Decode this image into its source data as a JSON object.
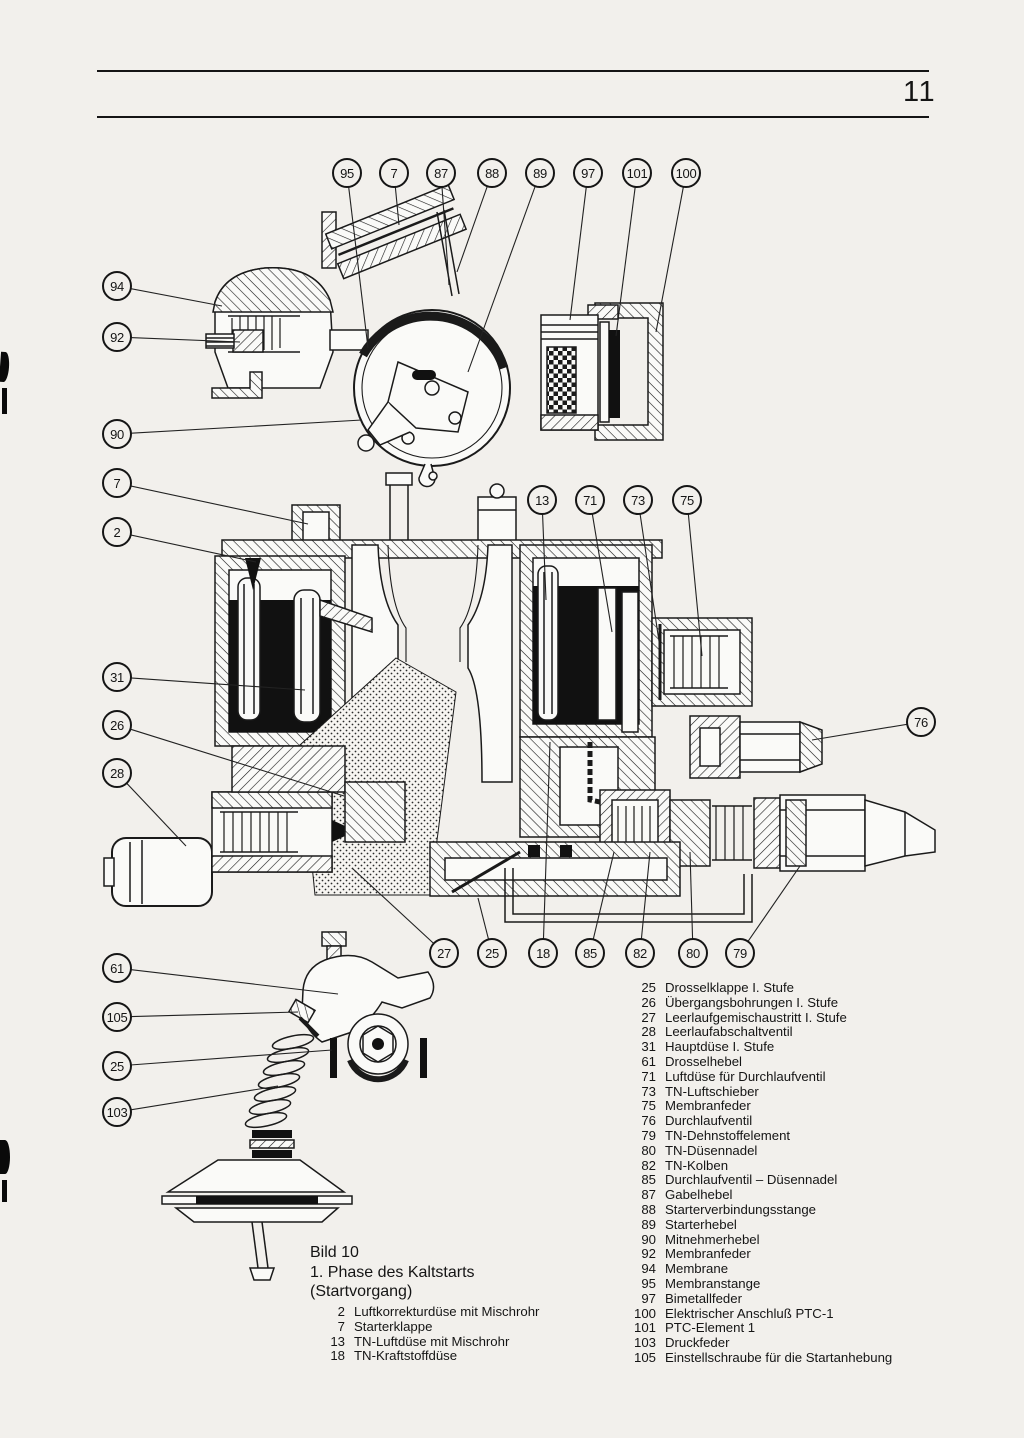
{
  "page": {
    "number": "11"
  },
  "figure": {
    "title": "Bild 10",
    "subtitle1": "1. Phase des Kaltstarts",
    "subtitle2": "(Startvorgang)"
  },
  "callouts": [
    "95",
    "7",
    "87",
    "88",
    "89",
    "97",
    "101",
    "100",
    "94",
    "92",
    "90",
    "7",
    "2",
    "13",
    "71",
    "73",
    "75",
    "31",
    "26",
    "28",
    "76",
    "27",
    "25",
    "18",
    "85",
    "82",
    "80",
    "79",
    "61",
    "105",
    "25",
    "103"
  ],
  "legend": {
    "left": [
      {
        "num": "2",
        "label": "Luftkorrekturdüse mit Mischrohr"
      },
      {
        "num": "7",
        "label": "Starterklappe"
      },
      {
        "num": "13",
        "label": "TN-Luftdüse mit Mischrohr"
      },
      {
        "num": "18",
        "label": "TN-Kraftstoffdüse"
      }
    ],
    "right": [
      {
        "num": "25",
        "label": "Drosselklappe I. Stufe"
      },
      {
        "num": "26",
        "label": "Übergangsbohrungen I. Stufe"
      },
      {
        "num": "27",
        "label": "Leerlaufgemischaustritt I. Stufe"
      },
      {
        "num": "28",
        "label": "Leerlaufabschaltventil"
      },
      {
        "num": "31",
        "label": "Hauptdüse I. Stufe"
      },
      {
        "num": "61",
        "label": "Drosselhebel"
      },
      {
        "num": "71",
        "label": "Luftdüse für Durchlaufventil"
      },
      {
        "num": "73",
        "label": "TN-Luftschieber"
      },
      {
        "num": "75",
        "label": "Membranfeder"
      },
      {
        "num": "76",
        "label": "Durchlaufventil"
      },
      {
        "num": "79",
        "label": "TN-Dehnstoffelement"
      },
      {
        "num": "80",
        "label": "TN-Düsennadel"
      },
      {
        "num": "82",
        "label": "TN-Kolben"
      },
      {
        "num": "85",
        "label": "Durchlaufventil – Düsennadel"
      },
      {
        "num": "87",
        "label": "Gabelhebel"
      },
      {
        "num": "88",
        "label": "Starterverbindungsstange"
      },
      {
        "num": "89",
        "label": "Starterhebel"
      },
      {
        "num": "90",
        "label": "Mitnehmerhebel"
      },
      {
        "num": "92",
        "label": "Membranfeder"
      },
      {
        "num": "94",
        "label": "Membrane"
      },
      {
        "num": "95",
        "label": "Membranstange"
      },
      {
        "num": "97",
        "label": "Bimetallfeder"
      },
      {
        "num": "100",
        "label": "Elektrischer Anschluß PTC-1"
      },
      {
        "num": "101",
        "label": "PTC-Element 1"
      },
      {
        "num": "103",
        "label": "Druckfeder"
      },
      {
        "num": "105",
        "label": "Einstellschraube für die Startanhebung"
      }
    ]
  }
}
